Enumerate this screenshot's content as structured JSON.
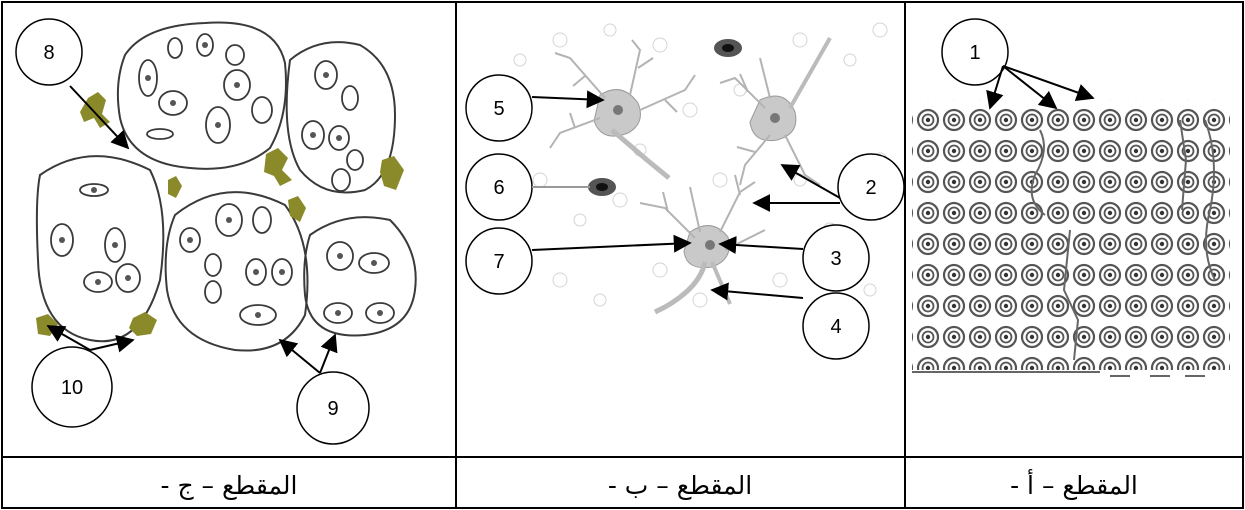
{
  "panels": [
    {
      "id": "a",
      "caption": "المقطع – أ -",
      "callouts": [
        "1"
      ]
    },
    {
      "id": "b",
      "caption": "المقطع – ب -",
      "callouts": [
        "2",
        "3",
        "4",
        "5",
        "6",
        "7"
      ]
    },
    {
      "id": "c",
      "caption": "المقطع – ج -",
      "callouts": [
        "8",
        "9",
        "10"
      ]
    }
  ],
  "colors": {
    "border": "#000000",
    "cell_outline": "#3a3a3a",
    "neuron_fill": "#c9c9c9",
    "olive": "#8b8a2a"
  }
}
